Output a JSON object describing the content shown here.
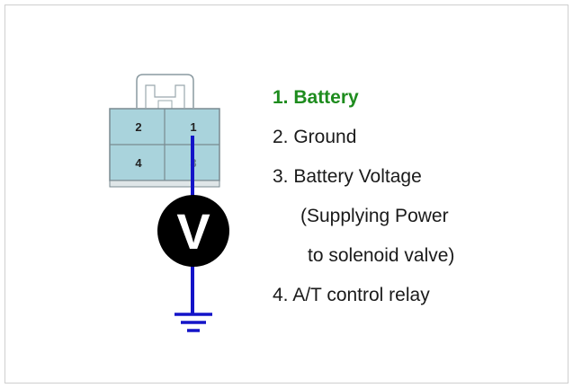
{
  "connector": {
    "pins": [
      {
        "label": "2"
      },
      {
        "label": "1"
      },
      {
        "label": "4"
      },
      {
        "label": "3"
      }
    ]
  },
  "meter": {
    "symbol": "V"
  },
  "legend": {
    "items": [
      {
        "text": "1. Battery",
        "highlight": true
      },
      {
        "text": "2. Ground"
      },
      {
        "text": "3. Battery Voltage",
        "sub1": "(Supplying Power",
        "sub2": "to solenoid valve)"
      },
      {
        "text": "4. A/T control relay"
      }
    ]
  },
  "colors": {
    "connector_fill": "#a9d3dc",
    "connector_border": "#7a8a90",
    "probe_wire": "#1414c8",
    "highlight_text": "#1e8c1e",
    "meter_fill": "#000000"
  }
}
